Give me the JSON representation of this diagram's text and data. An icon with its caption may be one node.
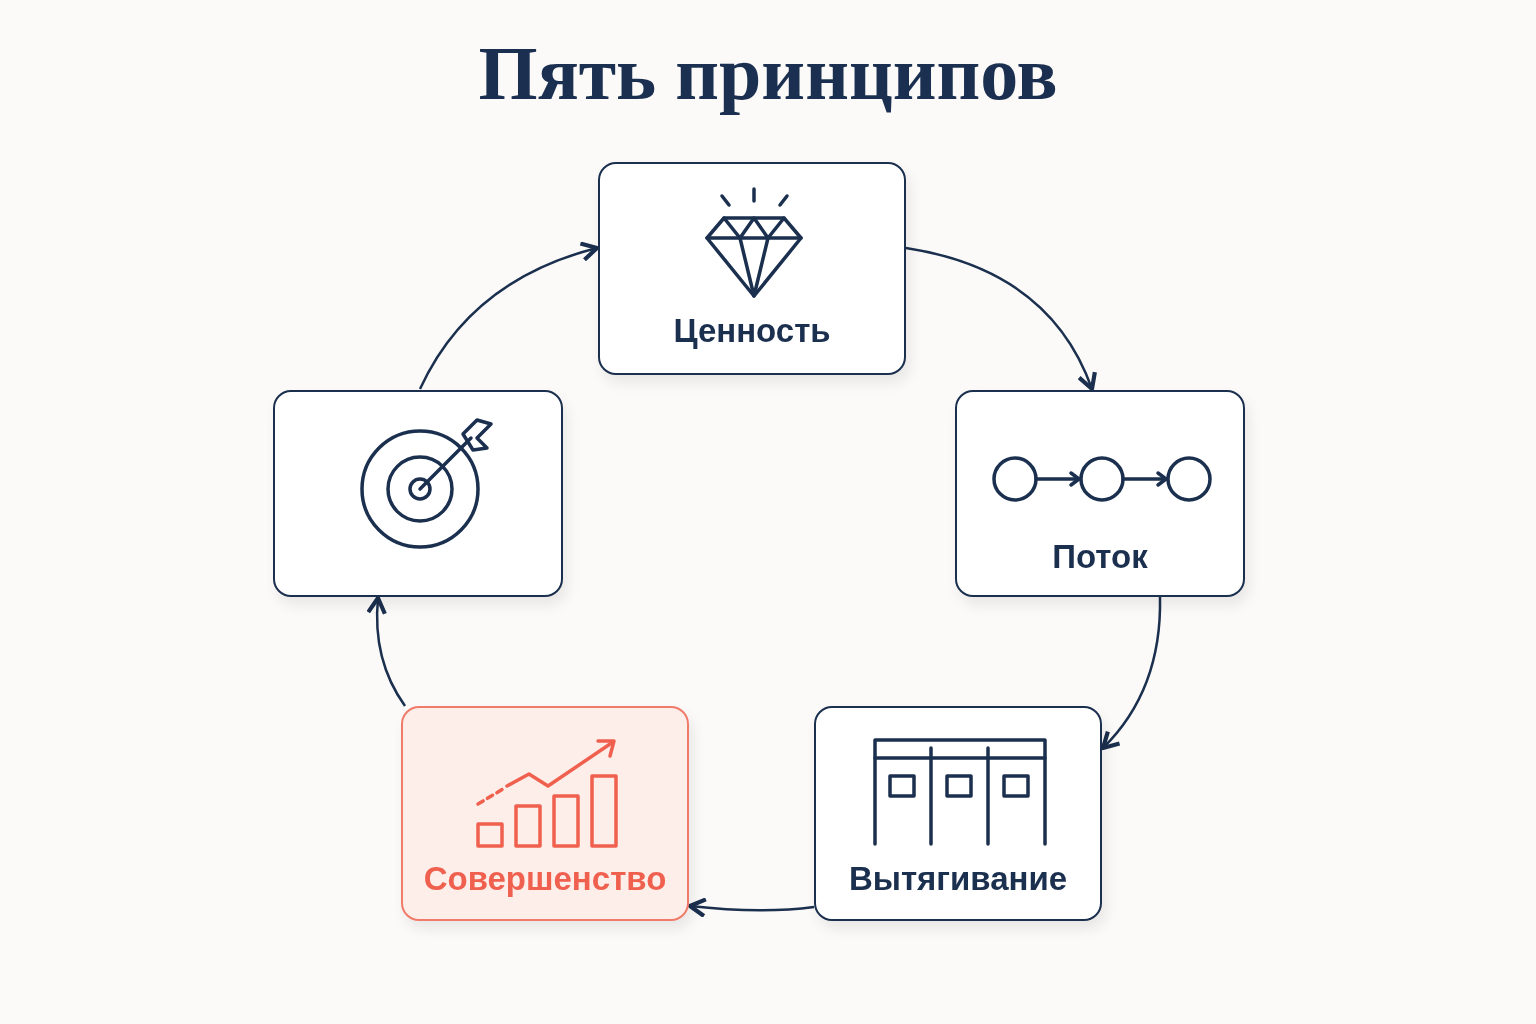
{
  "diagram": {
    "title": "Пять принципов",
    "nodes": [
      {
        "text": [
          "Ценность"
        ]
      },
      {
        "text": [
          "Поток"
        ]
      },
      {
        "text": [
          "Вытягивание"
        ]
      },
      {
        "text": [
          "Совершенство"
        ]
      },
      {
        "text": [],
        "shape": "box"
      }
    ],
    "edges": [
      {
        "from": 0,
        "to": 1,
        "arrow": "to"
      },
      {
        "from": 1,
        "to": 2,
        "arrow": "to"
      },
      {
        "from": 2,
        "to": 3,
        "arrow": "to"
      },
      {
        "from": 3,
        "to": 4,
        "arrow": "to"
      },
      {
        "from": 4,
        "to": 0,
        "arrow": "to"
      }
    ]
  }
}
